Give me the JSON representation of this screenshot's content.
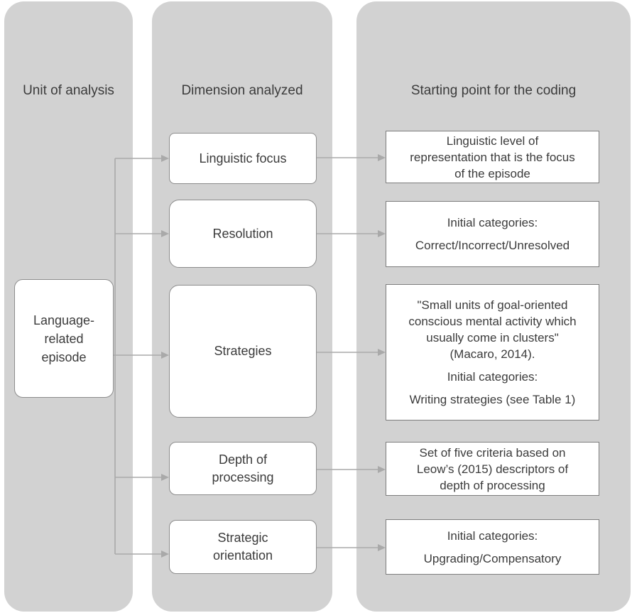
{
  "diagram": {
    "columns": [
      {
        "header": "Unit of analysis"
      },
      {
        "header": "Dimension analyzed"
      },
      {
        "header": "Starting point for the coding"
      }
    ],
    "unit": {
      "lines": [
        "Language-",
        "related",
        "episode"
      ]
    },
    "rows": [
      {
        "dimension_lines": [
          "Linguistic focus"
        ],
        "coding_paragraphs": [
          [
            "Linguistic level of",
            "representation that is the focus",
            "of the episode"
          ]
        ]
      },
      {
        "dimension_lines": [
          "Resolution"
        ],
        "coding_paragraphs": [
          [
            "Initial categories:"
          ],
          [
            "Correct/Incorrect/Unresolved"
          ]
        ]
      },
      {
        "dimension_lines": [
          "Strategies"
        ],
        "coding_paragraphs": [
          [
            "\"Small units of goal-oriented",
            "conscious mental activity which",
            "usually come in clusters\"",
            "(Macaro, 2014)."
          ],
          [
            "Initial categories:"
          ],
          [
            "Writing strategies (see Table 1)"
          ]
        ]
      },
      {
        "dimension_lines": [
          "Depth of",
          "processing"
        ],
        "coding_paragraphs": [
          [
            "Set of five criteria based on",
            "Leow’s (2015) descriptors of",
            "depth of processing"
          ]
        ]
      },
      {
        "dimension_lines": [
          "Strategic",
          "orientation"
        ],
        "coding_paragraphs": [
          [
            "Initial categories:"
          ],
          [
            "Upgrading/Compensatory"
          ]
        ]
      }
    ],
    "colors": {
      "panel": "#d2d2d2",
      "box_fill": "#ffffff",
      "box_border": "#8c8c8c",
      "coding_border": "#7d7d7d",
      "arrow": "#a9a9a9",
      "text": "#3b3b3b"
    }
  }
}
